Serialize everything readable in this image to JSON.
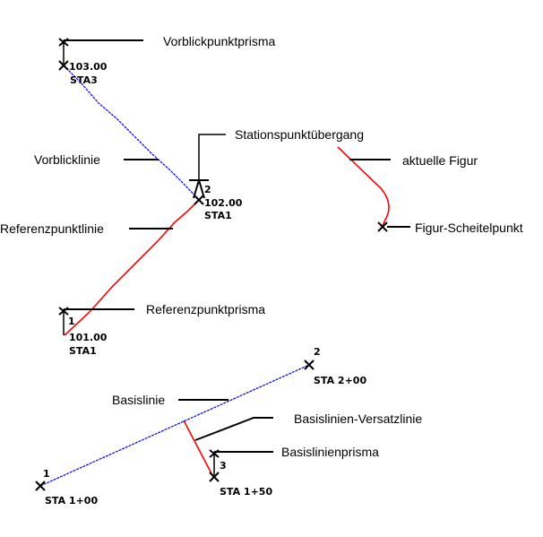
{
  "colors": {
    "foresight_line": "#0000ff",
    "reference_line": "#ff0000",
    "current_figure": "#ff0000",
    "baseline": "#0000ff",
    "offset_line": "#ff0000",
    "leader": "#000000"
  },
  "labels": {
    "foresight_prism": "Vorblickpunktprisma",
    "foresight_line": "Vorblicklinie",
    "station_transition": "Stationspunktübergang",
    "current_figure": "aktuelle Figur",
    "figure_vertex": "Figur-Scheitelpunkt",
    "reference_line": "Referenzpunktlinie",
    "reference_prism": "Referenzpunktprisma",
    "baseline": "Basislinie",
    "baseline_offset": "Basislinien-Versatzlinie",
    "baseline_prism": "Basislinienprisma"
  },
  "points": {
    "p3": {
      "elev": "103.00",
      "sta": "STA3"
    },
    "p2": {
      "num": "2",
      "elev": "102.00",
      "sta": "STA1"
    },
    "p1": {
      "num": "1",
      "elev": "101.00",
      "sta": "STA1"
    },
    "b1": {
      "num": "1",
      "sta": "STA 1+00"
    },
    "b2": {
      "num": "2",
      "sta": "STA 2+00"
    },
    "b3": {
      "num": "3",
      "sta": "STA 1+50"
    }
  },
  "icons": {
    "point_marker": "x-mark",
    "prism_marker": "prism-pole"
  }
}
